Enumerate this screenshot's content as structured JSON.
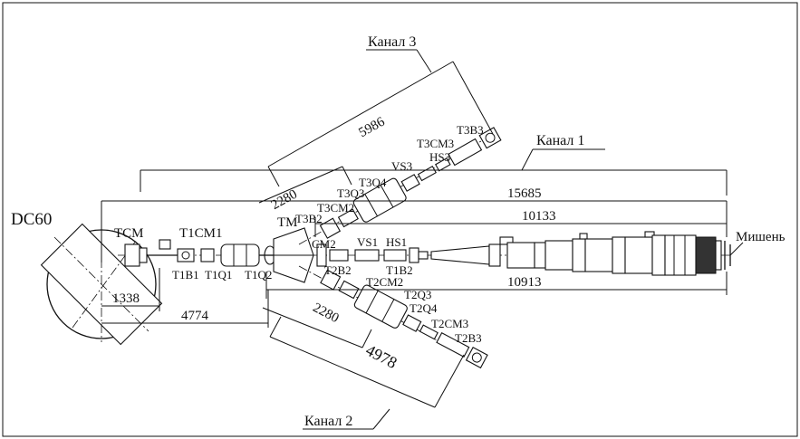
{
  "labels": {
    "dc60": "DC60",
    "tcm": "TCM",
    "t1cm1": "T1CM1",
    "t1b1": "T1B1",
    "t1q1": "T1Q1",
    "t1q2": "T1Q2",
    "tm": "TM",
    "t3b2": "T3B2",
    "t3cm2": "T3CM2",
    "t3q3": "T3Q3",
    "t3q4": "T3Q4",
    "vs3": "VS3",
    "hs3": "HS3",
    "t3cm3": "T3CM3",
    "t3b3": "T3B3",
    "cm2": "CM2",
    "vs1": "VS1",
    "hs1": "HS1",
    "t2b2": "T2B2",
    "t1b2": "T1B2",
    "t2cm2": "T2CM2",
    "t2q3": "T2Q3",
    "t2q4": "T2Q4",
    "t2cm3": "T2CM3",
    "t2b3": "T2B3",
    "target": "Мишень",
    "channel1": "Канал 1",
    "channel2": "Канал 2",
    "channel3": "Канал 3"
  },
  "dimensions": {
    "d15685": "15685",
    "d10133": "10133",
    "d10913": "10913",
    "d5986": "5986",
    "d2280_top": "2280",
    "d2280_bottom": "2280",
    "d4978": "4978",
    "d1338": "1338",
    "d4774": "4774"
  }
}
